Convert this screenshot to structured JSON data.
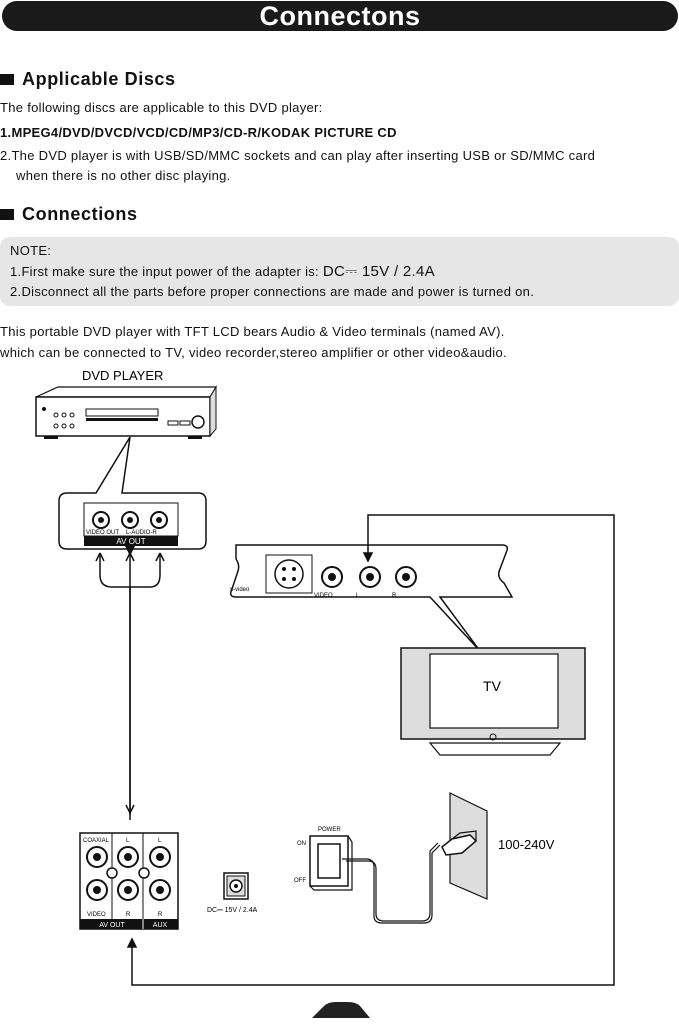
{
  "title": "Connectons",
  "applicable": {
    "heading": "Applicable Discs",
    "intro": "The  following  discs  are  applicable  to  this DVD player:",
    "item1": "1.MPEG4/DVD/DVCD/VCD/CD/MP3/CD-R/KODAK PICTURE CD",
    "item2_line1": "2.The DVD player is with USB/SD/MMC sockets and can play after inserting USB or SD/MMC card",
    "item2_line2": "when there is no other disc playing."
  },
  "connections": {
    "heading": "Connections",
    "note_label": "NOTE:",
    "note1_prefix": "1.First make sure the input power of the adapter is:",
    "note1_spec": "DC⎓ 15V / 2.4A",
    "note2": "2.Disconnect all the parts before proper connections are made and power is turned on.",
    "body_line1": "This portable DVD player with TFT LCD bears Audio & Video terminals (named AV).",
    "body_line2": "which can be connected to TV, video recorder,stereo amplifier or other video&audio."
  },
  "diagram": {
    "dvd_player_label": "DVD PLAYER",
    "dvd_video_out": "VIDEO OUT",
    "dvd_l_audio_r": "L-AUDIO-R",
    "dvd_av_out": "AV OUT",
    "tv_svideo": "s-video",
    "tv_video": "VIDEO",
    "tv_l": "L",
    "tv_r": "R",
    "tv_label": "TV",
    "panel_coaxial": "COAXIAL",
    "panel_l1": "L",
    "panel_l2": "L",
    "panel_video": "VIDEO",
    "panel_r1": "R",
    "panel_r2": "R",
    "panel_av_out": "AV OUT",
    "panel_aux": "AUX",
    "power_label": "POWER",
    "power_on": "ON",
    "power_off": "OFF",
    "dc_jack_label": "DC⎓ 15V / 2.4A",
    "mains_voltage": "100-240V"
  }
}
